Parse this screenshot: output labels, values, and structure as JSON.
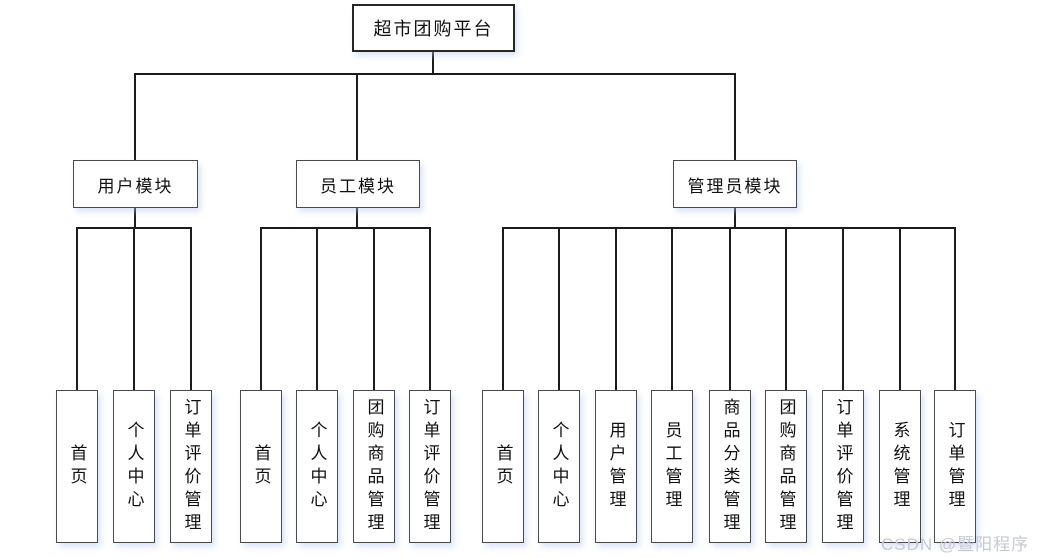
{
  "root": {
    "label": "超市团购平台"
  },
  "modules": [
    {
      "label": "用户模块",
      "children": [
        "首页",
        "个人中心",
        "订单评价管理"
      ]
    },
    {
      "label": "员工模块",
      "children": [
        "首页",
        "个人中心",
        "团购商品管理",
        "订单评价管理"
      ]
    },
    {
      "label": "管理员模块",
      "children": [
        "首页",
        "个人中心",
        "用户管理",
        "员工管理",
        "商品分类管理",
        "团购商品管理",
        "订单评价管理",
        "系统管理",
        "订单管理"
      ]
    }
  ],
  "watermark": {
    "text": "CSDN @暨阳程序"
  },
  "colors": {
    "line": "#1c1c1c",
    "box_border": "#3c3c3c",
    "watermark": "#c7cad6"
  }
}
